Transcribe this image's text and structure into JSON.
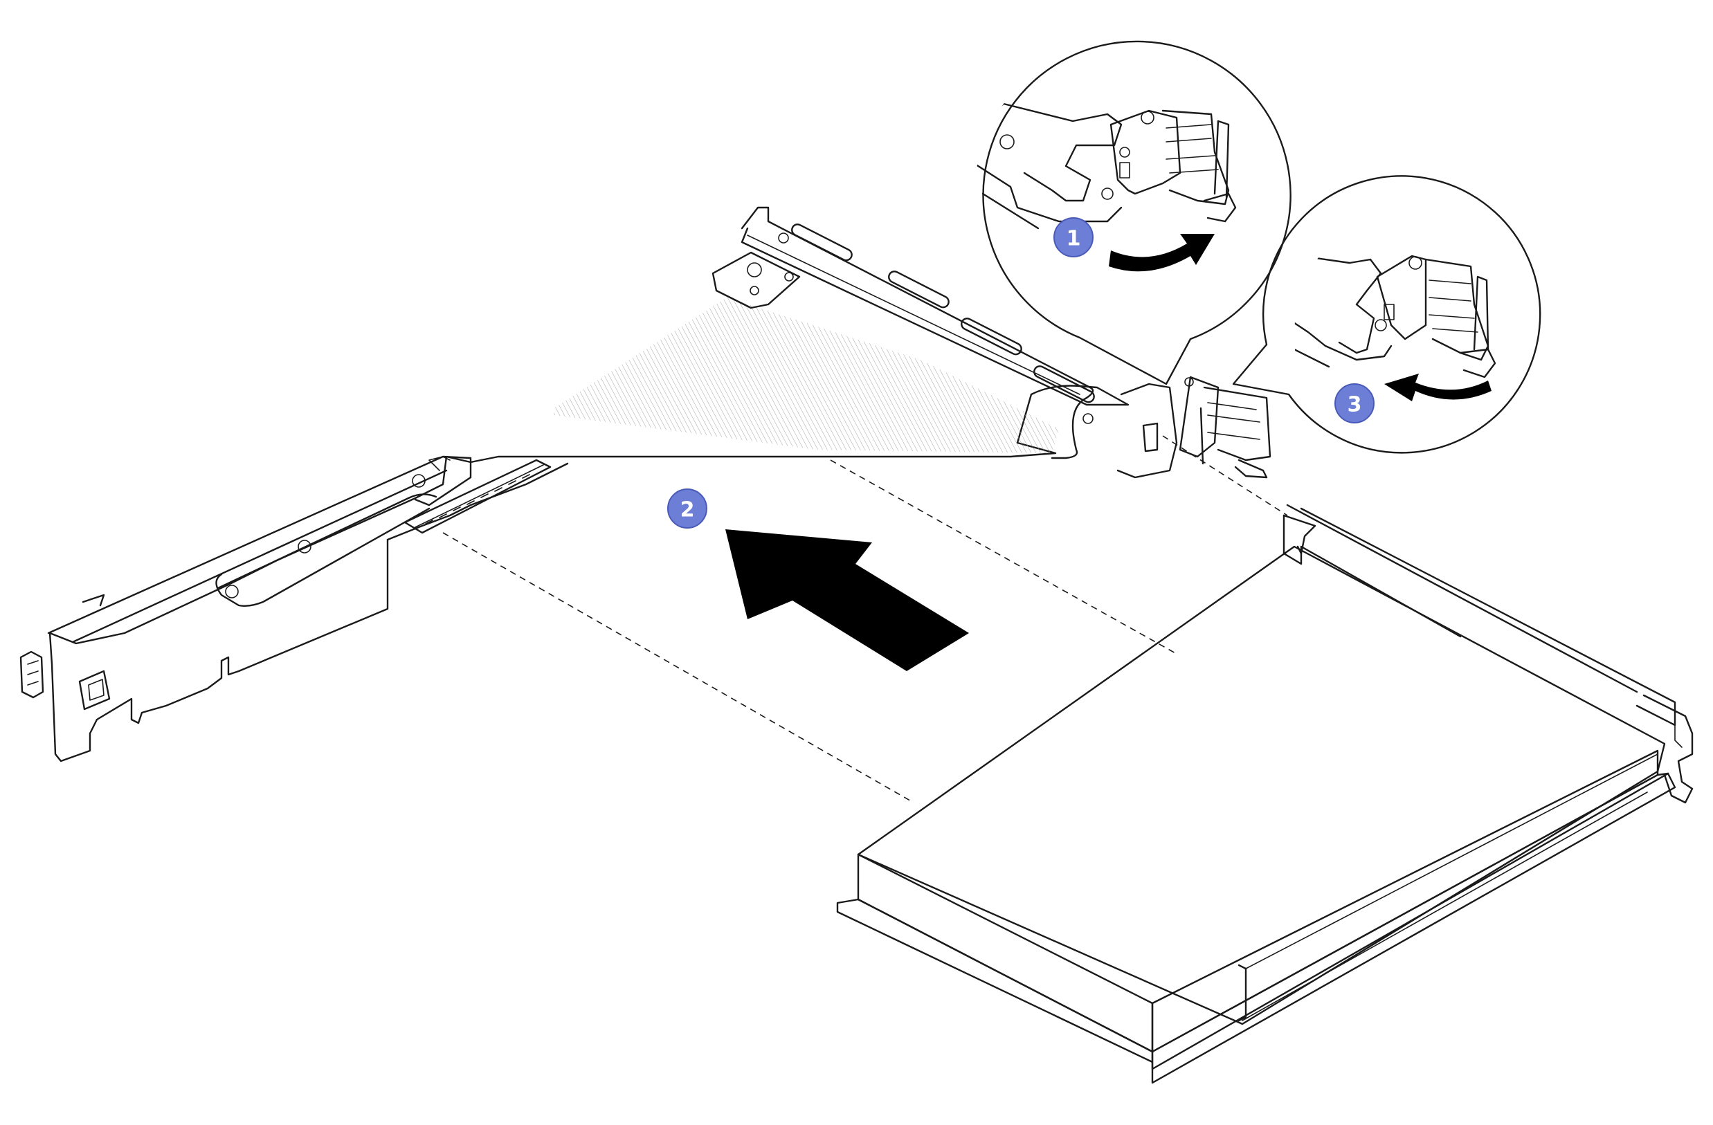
{
  "steps": [
    {
      "number": "1"
    },
    {
      "number": "2"
    },
    {
      "number": "3"
    }
  ],
  "colors": {
    "badge": "#6c7ed6",
    "card_fill": "#dadada",
    "line": "#1a1a1a",
    "background": "#ffffff"
  },
  "icons": {
    "step_1": "rotate-clockwise-arrow",
    "step_2": "insert-direction-arrow",
    "step_3": "rotate-counterclockwise-arrow"
  }
}
